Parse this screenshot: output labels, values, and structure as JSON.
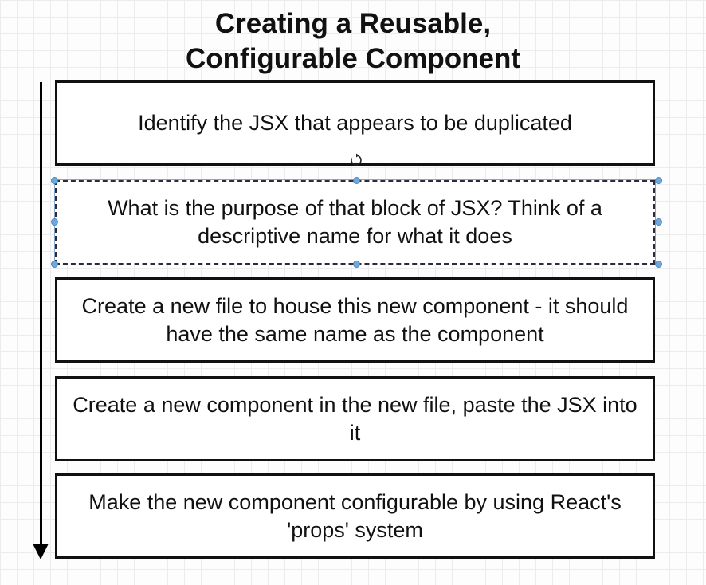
{
  "title": {
    "line1": "Creating a Reusable,",
    "line2": "Configurable Component"
  },
  "steps": [
    {
      "text": "Identify the JSX that appears to be duplicated"
    },
    {
      "text": "What is the purpose of that block of JSX?  Think of a descriptive name for what it does",
      "selected": true
    },
    {
      "text": "Create a new file to house this new component - it should have the same name as the component"
    },
    {
      "text": "Create a new component in the new file, paste the JSX into it"
    },
    {
      "text": "Make the new component configurable by using React's 'props' system"
    }
  ],
  "icons": {
    "rotate_handle": "rotate-icon",
    "flow_arrow": "down-arrow"
  },
  "colors": {
    "selection_handle": "#6fa8dc",
    "box_border": "#111111"
  }
}
